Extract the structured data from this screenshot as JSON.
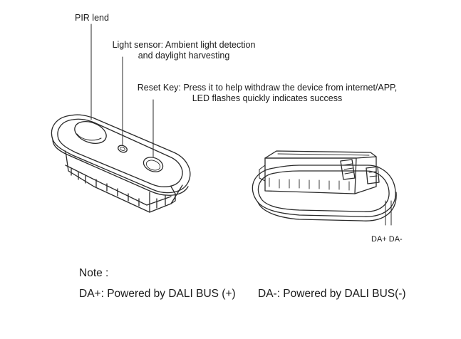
{
  "labels": {
    "pir": "PIR lend",
    "light_sensor_line1": "Light sensor: Ambient light detection",
    "light_sensor_line2": "and daylight harvesting",
    "reset_key_line1": "Reset Key: Press it to help withdraw the device from internet/APP,",
    "reset_key_line2": "LED flashes quickly indicates success",
    "terminals": "DA+ DA-"
  },
  "note": {
    "title": "Note :",
    "da_plus": "DA+: Powered by DALI BUS (+)",
    "da_minus": "DA-: Powered by DALI BUS(-)"
  },
  "colors": {
    "line": "#2a2a2a",
    "text": "#1a1a1a",
    "background": "#ffffff"
  }
}
